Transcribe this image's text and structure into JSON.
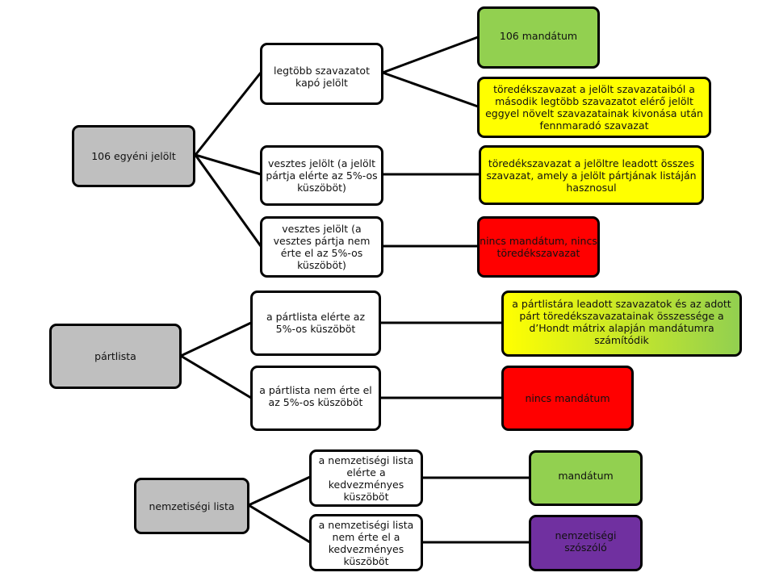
{
  "colors": {
    "root": "#bfbfbf",
    "condition": "#ffffff",
    "mandate": "#92d050",
    "fractional": "#ffff00",
    "none": "#ff0000",
    "advocate": "#7030a0",
    "outline": "#000000"
  },
  "groups": [
    {
      "root": "106 egyéni jelölt",
      "branches": [
        {
          "condition": "legtöbb szavazatot kapó jelölt",
          "outcomes": [
            "106 mandátum",
            "töredékszavazat  a jelölt szavazataiból a második legtöbb szavazatot elérő jelölt eggyel növelt szavazatainak kivonása után fennmaradó szavazat"
          ]
        },
        {
          "condition": "vesztes jelölt (a jelölt pártja elérte az 5%-os küszöböt)",
          "outcomes": [
            "töredékszavazat a jelöltre leadott összes szavazat, amely a jelölt pártjának listáján hasznosul"
          ]
        },
        {
          "condition": "vesztes jelölt (a vesztes pártja nem érte el az 5%-os küszöböt)",
          "outcomes": [
            "nincs mandátum, nincs töredékszavazat"
          ]
        }
      ]
    },
    {
      "root": "pártlista",
      "branches": [
        {
          "condition": "a pártlista elérte az 5%-os küszöböt",
          "outcomes": [
            "a pártlistára leadott szavazatok és az adott párt töredékszavazatainak összessége a d’Hondt mátrix alapján mandátumra számítódik"
          ]
        },
        {
          "condition": "a pártlista nem érte el az 5%-os küszöböt",
          "outcomes": [
            "nincs mandátum"
          ]
        }
      ]
    },
    {
      "root": "nemzetiségi lista",
      "branches": [
        {
          "condition": "a nemzetiségi lista elérte a kedvezményes küszöböt",
          "outcomes": [
            "mandátum"
          ]
        },
        {
          "condition": "a nemzetiségi lista nem érte el a kedvezményes küszöböt",
          "outcomes": [
            "nemzetiségi szószóló"
          ]
        }
      ]
    }
  ]
}
